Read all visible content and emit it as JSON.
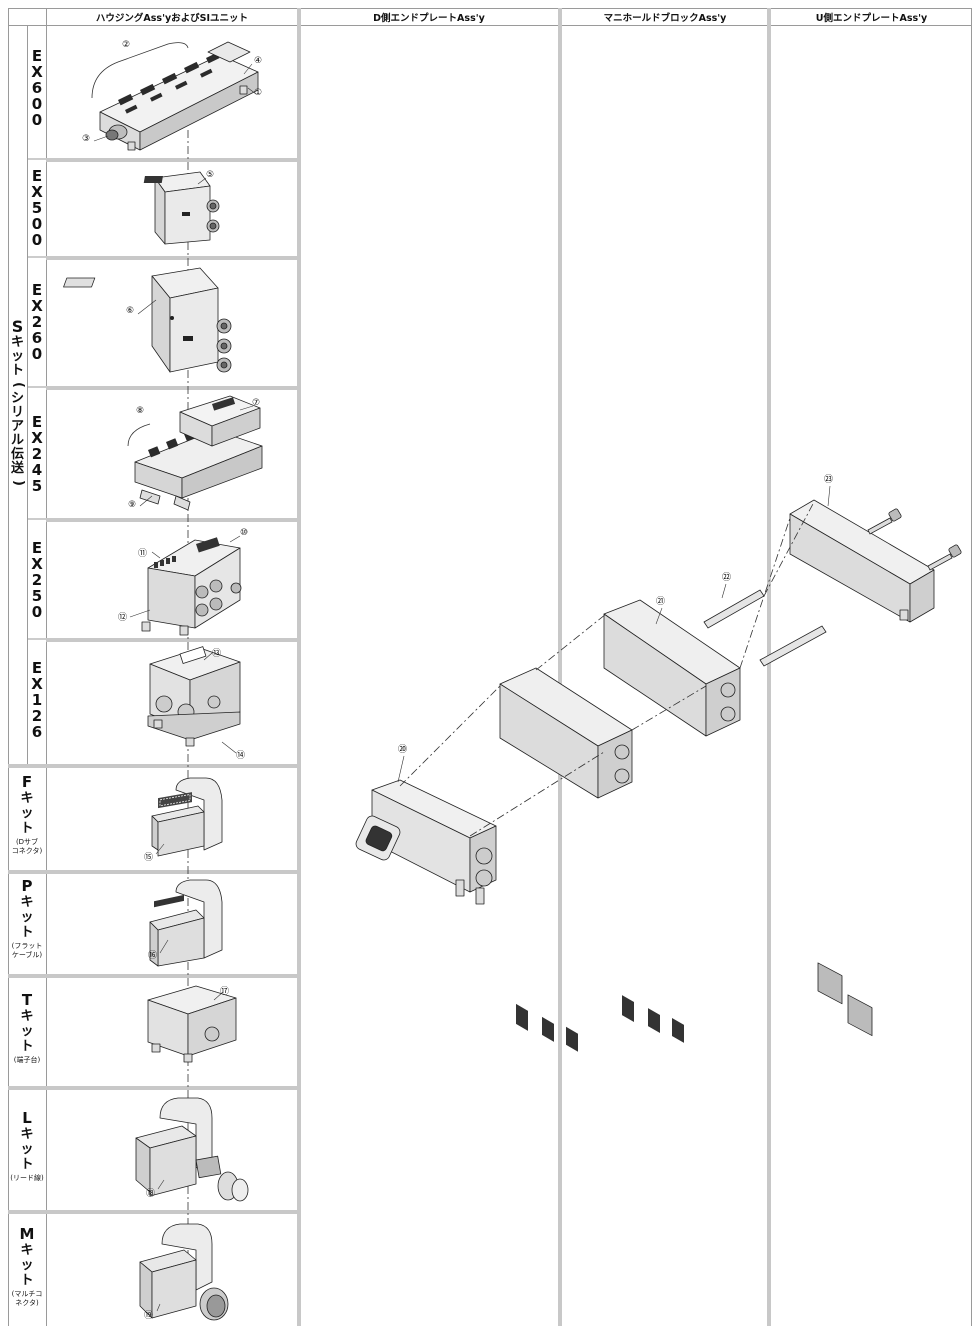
{
  "headers": {
    "housing": "ハウジングAss'yおよびSIユニット",
    "d_end": "D側エンドプレートAss'y",
    "manifold": "マニホールドブロックAss'y",
    "u_end": "U側エンドプレートAss'y"
  },
  "s_kit": {
    "letter": "S",
    "chars": [
      "キ",
      "ッ",
      "ト",
      "(",
      "シ",
      "リ",
      "ア",
      "ル",
      "伝",
      "送",
      ")"
    ],
    "series": [
      {
        "chars": [
          "E",
          "X",
          "6",
          "0",
          "0"
        ]
      },
      {
        "chars": [
          "E",
          "X",
          "5",
          "0",
          "0"
        ]
      },
      {
        "chars": [
          "E",
          "X",
          "2",
          "6",
          "0"
        ]
      },
      {
        "chars": [
          "E",
          "X",
          "2",
          "4",
          "5"
        ]
      },
      {
        "chars": [
          "E",
          "X",
          "2",
          "5",
          "0"
        ]
      },
      {
        "chars": [
          "E",
          "X",
          "1",
          "2",
          "6"
        ]
      }
    ]
  },
  "kits": [
    {
      "letter": "F",
      "chars": [
        "キ",
        "ッ",
        "ト"
      ],
      "note1": "(Dサブ",
      "note2": "コネクタ)"
    },
    {
      "letter": "P",
      "chars": [
        "キ",
        "ッ",
        "ト"
      ],
      "note1": "(フラット",
      "note2": "ケーブル)"
    },
    {
      "letter": "T",
      "chars": [
        "キ",
        "ッ",
        "ト"
      ],
      "note1": "(端子台)",
      "note2": ""
    },
    {
      "letter": "L",
      "chars": [
        "キ",
        "ッ",
        "ト"
      ],
      "note1": "(リード線)",
      "note2": ""
    },
    {
      "letter": "M",
      "chars": [
        "キ",
        "ッ",
        "ト"
      ],
      "note1": "(マルチコ",
      "note2": "ネクタ)"
    }
  ],
  "callouts": [
    "①",
    "②",
    "③",
    "④",
    "⑤",
    "⑥",
    "⑦",
    "⑧",
    "⑨",
    "⑩",
    "⑪",
    "⑫",
    "⑬",
    "⑭",
    "⑮",
    "⑯",
    "⑰",
    "⑱",
    "⑲",
    "⑳",
    "㉑",
    "㉒",
    "㉓"
  ]
}
